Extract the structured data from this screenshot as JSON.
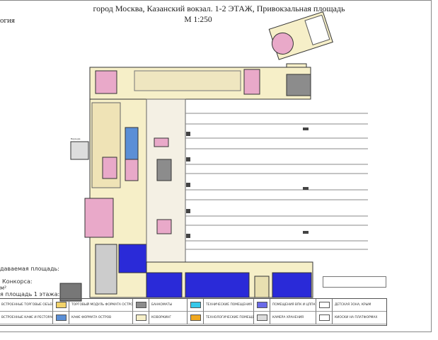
{
  "header": {
    "title": "город Москва, Казанский вокзал. 1-2 ЭТАЖ, Привокзальная площадь",
    "scale": "М 1:250",
    "project_fragment": "огия"
  },
  "info": {
    "line1": "даваемая площадь:",
    "line2": "Конкорса:",
    "line3": "м²",
    "line4": "я площадь 1 этажа:"
  },
  "plan": {
    "annex_label": "Веранда"
  },
  "legend": {
    "items": [
      {
        "label": "ВСТРОЕННЫЕ ТОРГОВЫЕ ОБЪЕКТЫ",
        "color": "#8fcf9a"
      },
      {
        "label": "ТОРГОВЫЙ МОДУЛЬ ФОРМАТА ОСТРОВ",
        "color": "#f2d36a"
      },
      {
        "label": "БАНКОМАТЫ",
        "color": "#8c8c8c"
      },
      {
        "label": "ТЕХНИЧЕСКИЕ ПОМЕЩЕНИЯ",
        "color": "#36c8ea"
      },
      {
        "label": "ПОМЕЩЕНИЯ ВПК И ЦППК",
        "color": "#6a6ae8"
      },
      {
        "label": "ДЕТСКАЯ ЗОНА, КРЫМ",
        "color": ""
      },
      {
        "label": "ВСТРОЕННЫЕ КАФЕ И РЕСТОРАНЫ",
        "color": "#e9a9c9"
      },
      {
        "label": "КАФЕ ФОРМАТА ОСТРОВ",
        "color": "#5b8fd6"
      },
      {
        "label": "КОВОРКИНГ",
        "color": "#f6efc8"
      },
      {
        "label": "ТЕХНОЛОГИЧЕСКИЕ ПОМЕЩЕНИЯ",
        "color": "#f0a820"
      },
      {
        "label": "КАМЕРА ХРАНЕНИЯ",
        "color": "#dcdcdc"
      },
      {
        "label": "КИОСКИ НА ПЛАТФОРМАХ",
        "color": ""
      }
    ]
  }
}
